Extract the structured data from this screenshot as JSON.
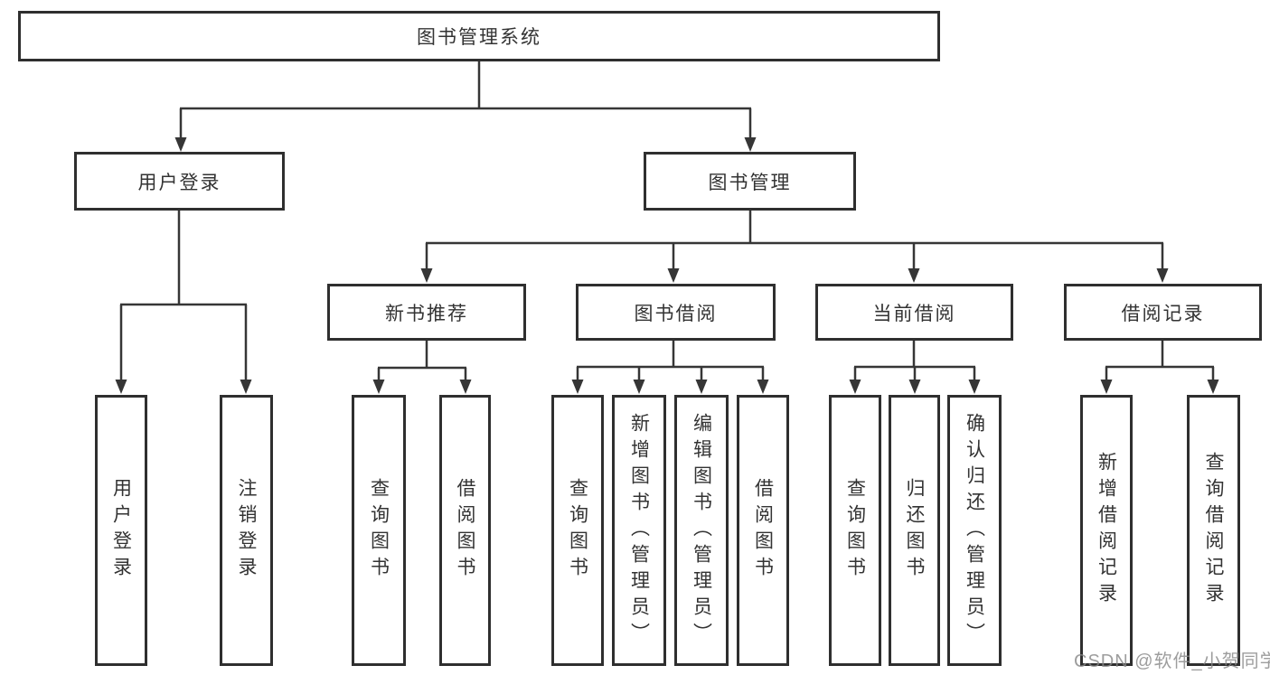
{
  "colors": {
    "line": "#363636",
    "box_border": "#2f2f2f",
    "text": "#333333",
    "watermark": "#878787"
  },
  "tree": {
    "root": "图书管理系统",
    "user_login": {
      "label": "用户登录",
      "children": {
        "login": "用户登录",
        "logout": "注销登录"
      }
    },
    "book_management": {
      "label": "图书管理",
      "sections": {
        "new_book_recommend": {
          "label": "新书推荐",
          "children": {
            "query_books": "查询图书",
            "borrow_books": "借阅图书"
          }
        },
        "book_borrowing": {
          "label": "图书借阅",
          "children": {
            "query_books": "查询图书",
            "add_books": "新增图书（管理员）",
            "edit_books": "编辑图书（管理员）",
            "borrow_books": "借阅图书"
          }
        },
        "current_borrowing": {
          "label": "当前借阅",
          "children": {
            "query_books": "查询图书",
            "return_books": "归还图书",
            "confirm_return": "确认归还（管理员）"
          }
        },
        "borrowing_records": {
          "label": "借阅记录",
          "children": {
            "add_record": "新增借阅记录",
            "query_record": "查询借阅记录"
          }
        }
      }
    }
  },
  "watermark": "CSDN @软件_小贺同学"
}
